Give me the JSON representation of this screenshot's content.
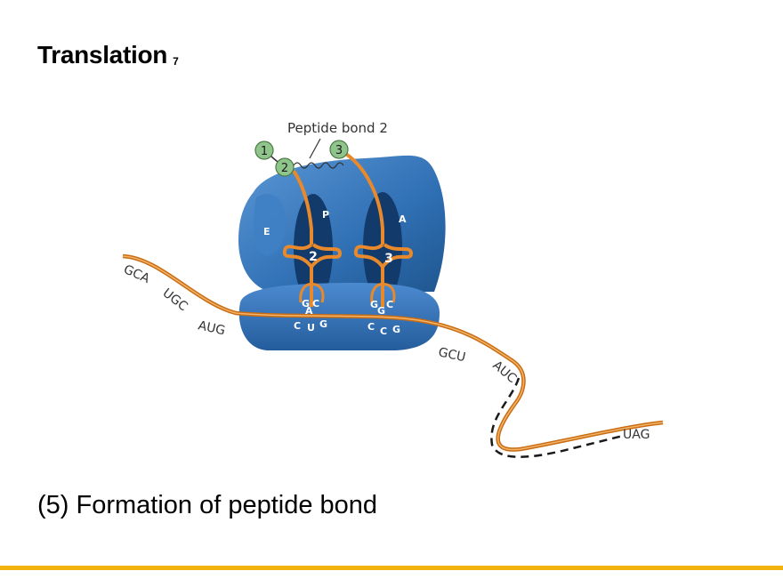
{
  "slide": {
    "title": "Translation",
    "number": "7",
    "caption": "(5) Formation of peptide bond"
  },
  "diagram": {
    "peptide_bond_label": "Peptide bond 2",
    "amino_acids": [
      "1",
      "2",
      "3"
    ],
    "ribosome_sites": {
      "e": "E",
      "p": "P",
      "a": "A"
    },
    "trnas": [
      {
        "number": "2",
        "anticodon": [
          "G",
          "A",
          "C"
        ],
        "codon": [
          "C",
          "U",
          "G"
        ]
      },
      {
        "number": "3",
        "anticodon": [
          "G",
          "G",
          "C"
        ],
        "codon": [
          "C",
          "C",
          "G"
        ]
      }
    ],
    "mrna_codons": [
      "GCA",
      "UGC",
      "AUG",
      "GCU",
      "AUC",
      "UAG"
    ]
  },
  "colors": {
    "ribosome": "#2f6fb3",
    "ribosome_dark": "#1d4f8e",
    "mrna": "#e8892b",
    "amino_acid": "#8fc48b",
    "accent_bar": "#f2b20f"
  }
}
